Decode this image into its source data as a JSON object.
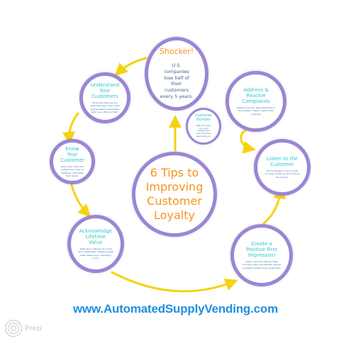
{
  "center": {
    "title": "6 Tips to Improving Customer Loyalty"
  },
  "shocker": {
    "title": "Shocker!",
    "body": "U.S. companies lose half of their customers every 5 years."
  },
  "loyalty_number": {
    "title": "Customer Number",
    "body": "Keep it the best you can to engage them every time they spend with you."
  },
  "tips": {
    "understand": {
      "title": "Understand Your Customers",
      "body": "Know who they are and what they want. Learn their buying patterns and habits. Tailor your offers to them."
    },
    "know": {
      "title": "Know Your Customer",
      "body": "Learn their name and preferences. Listen to feedback. Anticipate their needs."
    },
    "acknowledge": {
      "title": "Acknowledge Lifetime Value",
      "body": "Treat each customer as a long term relationship. Reward repeat visits. Make every interaction count."
    },
    "first_impression": {
      "title": "Create a Positive First Impression",
      "body": "Greet customers warmly. Keep machines clean and stocked. Deliver consistent quality every single time."
    },
    "listen": {
      "title": "Listen to the Customer",
      "body": "Ask for feedback. Act on what you hear. Follow up and improve the service."
    },
    "address": {
      "title": "Address & Resolve Complaints",
      "body": "Respond quickly. Take ownership of the problem. Make it right for the customer."
    }
  },
  "url": "www.AutomatedSupplyVending.com",
  "logo": {
    "label": "Prezi",
    "icon": "prezi-logo-icon"
  },
  "colors": {
    "ring": "#9b86d3",
    "arrow": "#f5d20f",
    "accent_orange": "#f7931e",
    "accent_teal": "#2fc6c9",
    "url_blue": "#1f8fe0"
  }
}
